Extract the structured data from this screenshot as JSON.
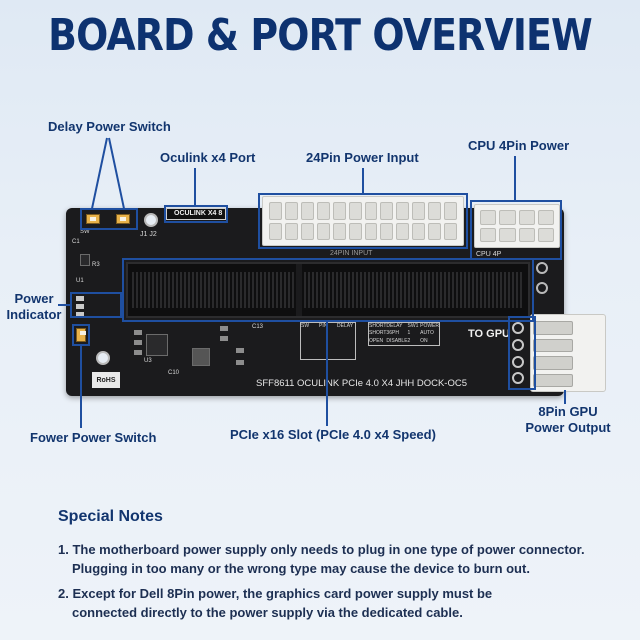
{
  "title": "BOARD & PORT OVERVIEW",
  "callouts": {
    "delay_power_switch": "Delay Power Switch",
    "oculink_x4_port": "Oculink x4 Port",
    "pin24_power_input": "24Pin Power Input",
    "cpu_4pin_power": "CPU 4Pin Power",
    "power_indicator_line1": "Power",
    "power_indicator_line2": "Indicator",
    "fower_power_switch": "Fower Power Switch",
    "pcie_slot": "PCIe x16 Slot (PCIe 4.0 x4 Speed)",
    "gpu_output_line1": "8Pin GPU",
    "gpu_output_line2": "Power Output"
  },
  "silkscreen": {
    "oculink_label": "OCULINK X4 8",
    "atx_label": "24PIN  INPUT",
    "cpu_label": "CPU 4P",
    "to_gpu": "TO GPU",
    "model": "SFF8611  OCULINK  PCIe 4.0  X4  JHH DOCK-OC5",
    "rohs": "RoHS",
    "sw": "SW",
    "c1": "C1",
    "r3": "R3",
    "u1": "U1",
    "u3": "U3",
    "c10": "C10",
    "c13": "C13",
    "j1j2": "J1 J2",
    "sw_table_header": [
      "SW",
      "PIN",
      "DELAY"
    ],
    "short_table_header": [
      "SHORT",
      "DELAY",
      "SW1",
      "POWER"
    ],
    "short_table_row1": [
      "SHORT",
      "36PH",
      "1",
      "AUTO"
    ],
    "short_table_row2": [
      "OPEN",
      "DISABLE",
      "2",
      "ON"
    ]
  },
  "notes": {
    "heading": "Special Notes",
    "items": [
      {
        "line1": "1. The motherboard power supply only needs to plug in one type of power connector.",
        "line2": "Plugging in too many or the wrong type may cause the device to burn out."
      },
      {
        "line1": "2. Except for Dell 8Pin power, the graphics card power supply must be",
        "line2": "connected directly to the power supply via the dedicated cable."
      }
    ]
  },
  "colors": {
    "title": "#0d3270",
    "callout": "#12356e",
    "callout_box": "#1f4fa0",
    "board": "#1b1b1d"
  }
}
